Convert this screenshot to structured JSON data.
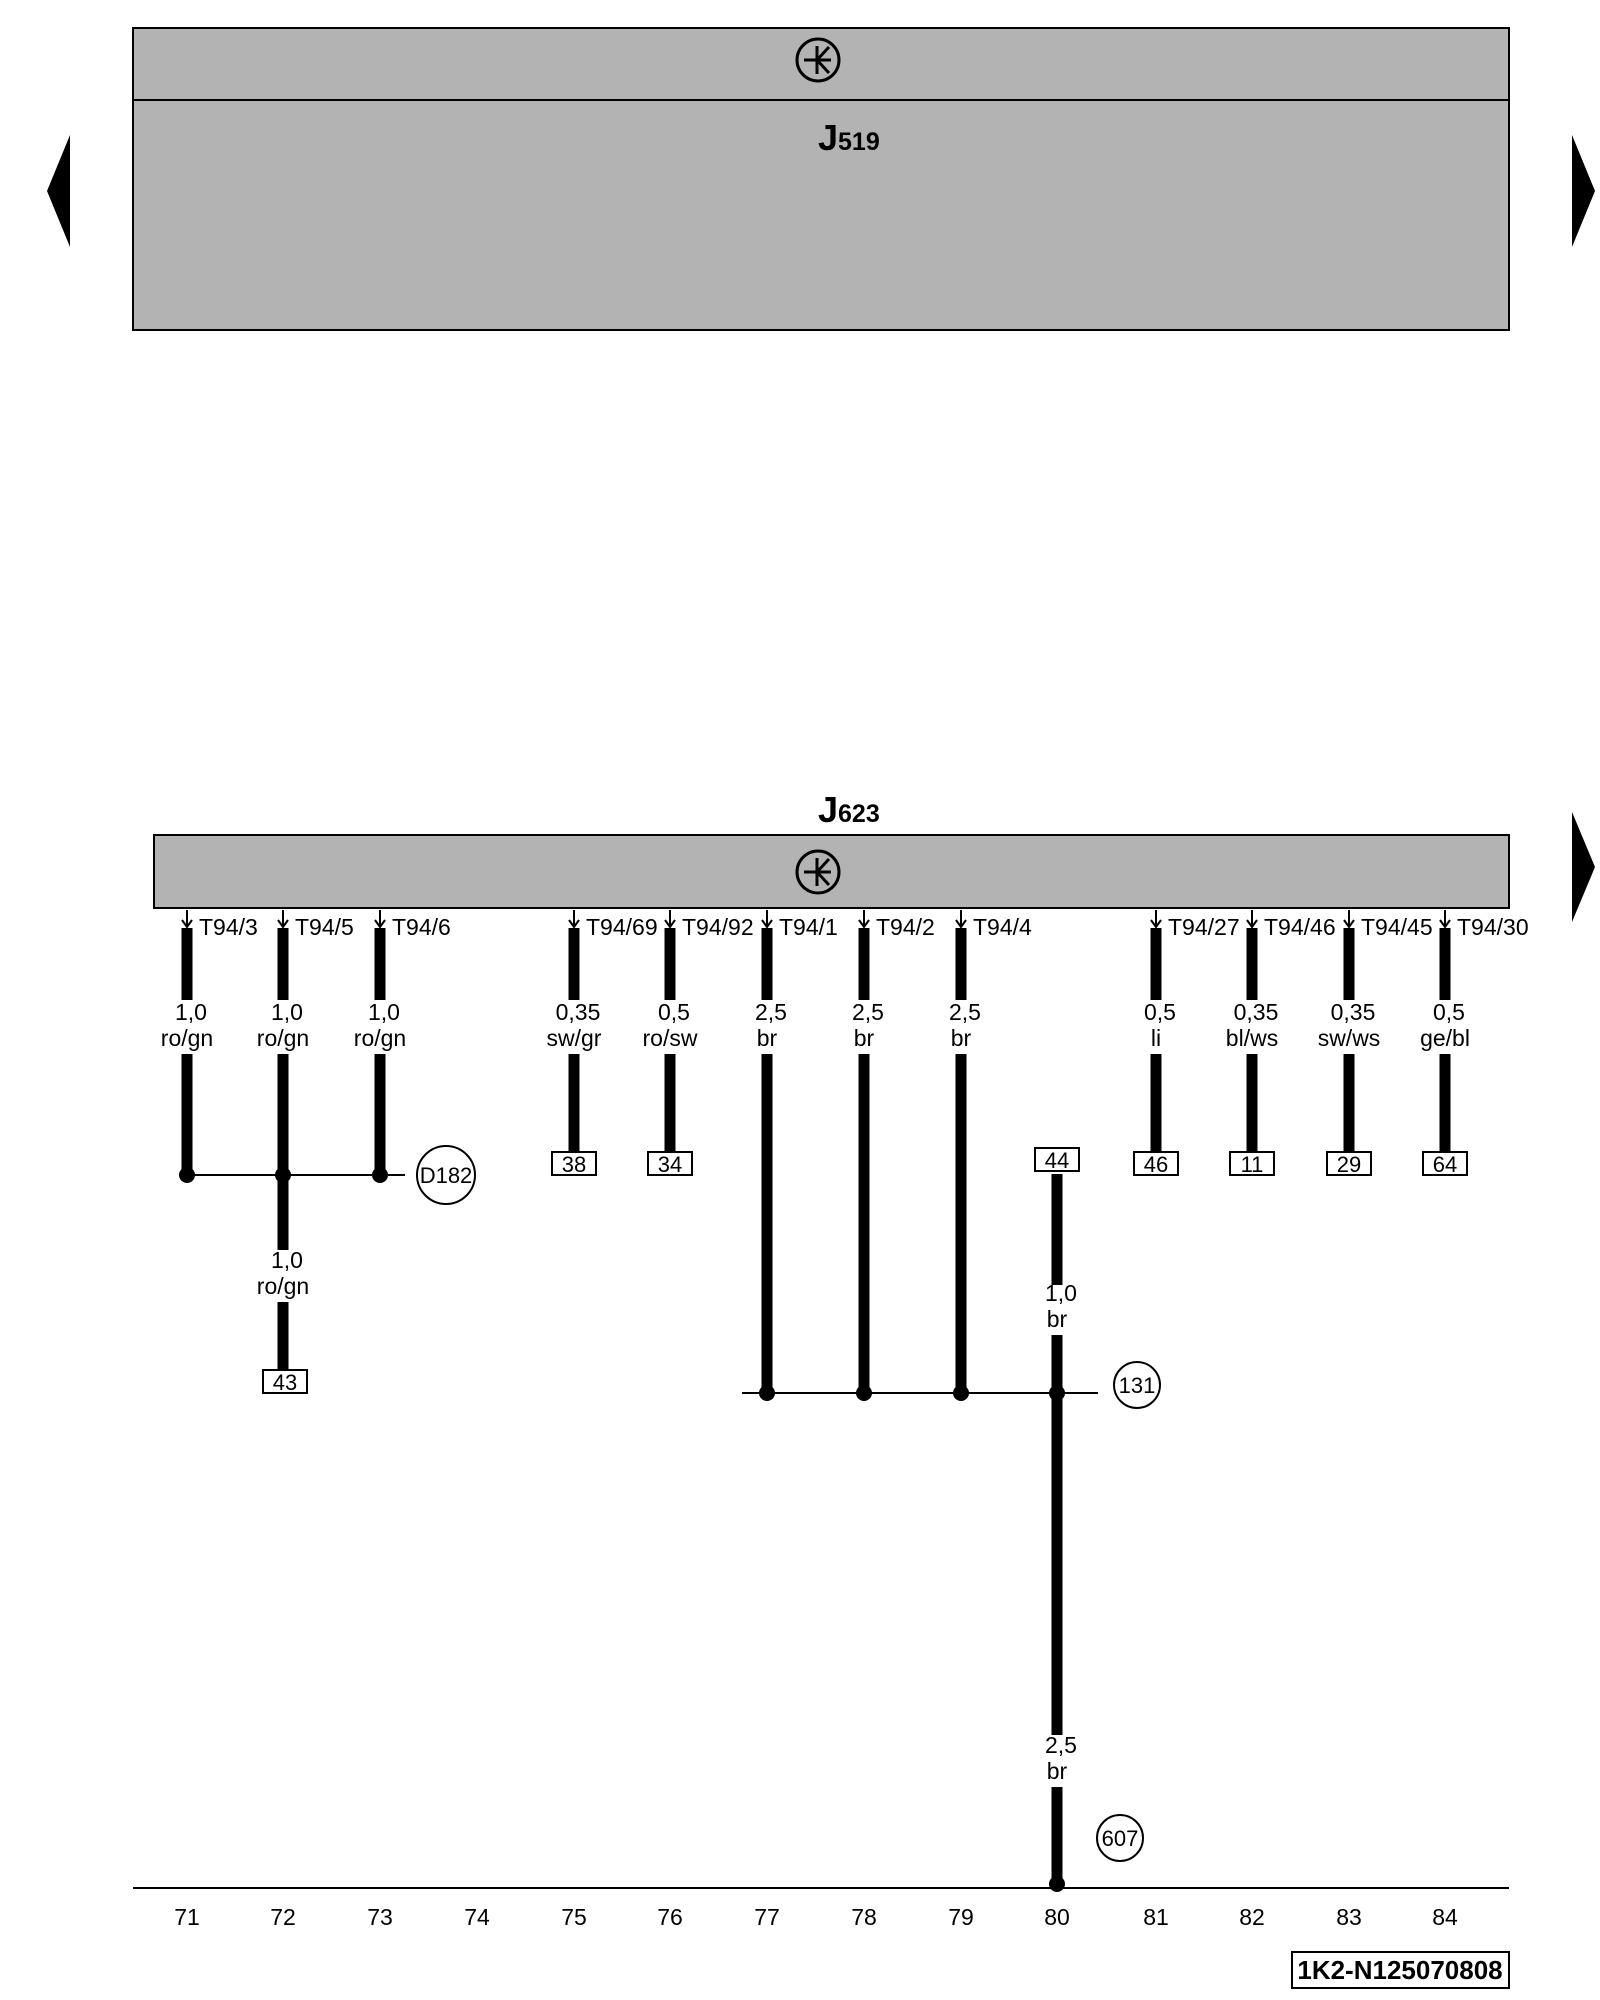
{
  "colors": {
    "module_fill": "#b3b3b3",
    "line": "#000000",
    "background": "#ffffff"
  },
  "modules": {
    "upper": {
      "letter": "J",
      "number": "519",
      "symbol": "ground-transistor-icon"
    },
    "lower": {
      "letter": "J",
      "number": "623",
      "symbol": "ground-transistor-icon"
    }
  },
  "pins": [
    {
      "id": "p71a",
      "label": "T94/3",
      "size": "1,0",
      "color": "ro/gn"
    },
    {
      "id": "p72a",
      "label": "T94/5",
      "size": "1,0",
      "color": "ro/gn"
    },
    {
      "id": "p73a",
      "label": "T94/6",
      "size": "1,0",
      "color": "ro/gn"
    },
    {
      "id": "p75a",
      "label": "T94/69",
      "size": "0,35",
      "color": "sw/gr"
    },
    {
      "id": "p76a",
      "label": "T94/92",
      "size": "0,5",
      "color": "ro/sw"
    },
    {
      "id": "p77a",
      "label": "T94/1",
      "size": "2,5",
      "color": "br"
    },
    {
      "id": "p78a",
      "label": "T94/2",
      "size": "2,5",
      "color": "br"
    },
    {
      "id": "p79a",
      "label": "T94/4",
      "size": "2,5",
      "color": "br"
    },
    {
      "id": "p81a",
      "label": "T94/27",
      "size": "0,5",
      "color": "li"
    },
    {
      "id": "p82a",
      "label": "T94/46",
      "size": "0,35",
      "color": "bl/ws"
    },
    {
      "id": "p83a",
      "label": "T94/45",
      "size": "0,35",
      "color": "sw/ws"
    },
    {
      "id": "p84a",
      "label": "T94/30",
      "size": "0,5",
      "color": "ge/bl"
    }
  ],
  "refs": {
    "b38": "38",
    "b34": "34",
    "b44": "44",
    "b46": "46",
    "b11": "11",
    "b29": "29",
    "b64": "64",
    "b43": "43"
  },
  "branch_wires": {
    "w72": {
      "size": "1,0",
      "color": "ro/gn"
    },
    "w80a": {
      "size": "1,0",
      "color": "br"
    },
    "w80b": {
      "size": "2,5",
      "color": "br"
    }
  },
  "connectors": {
    "d182": "D182",
    "c131": "131",
    "c607": "607"
  },
  "columns": [
    "71",
    "72",
    "73",
    "74",
    "75",
    "76",
    "77",
    "78",
    "79",
    "80",
    "81",
    "82",
    "83",
    "84"
  ],
  "doc_id": "1K2-N125070808"
}
